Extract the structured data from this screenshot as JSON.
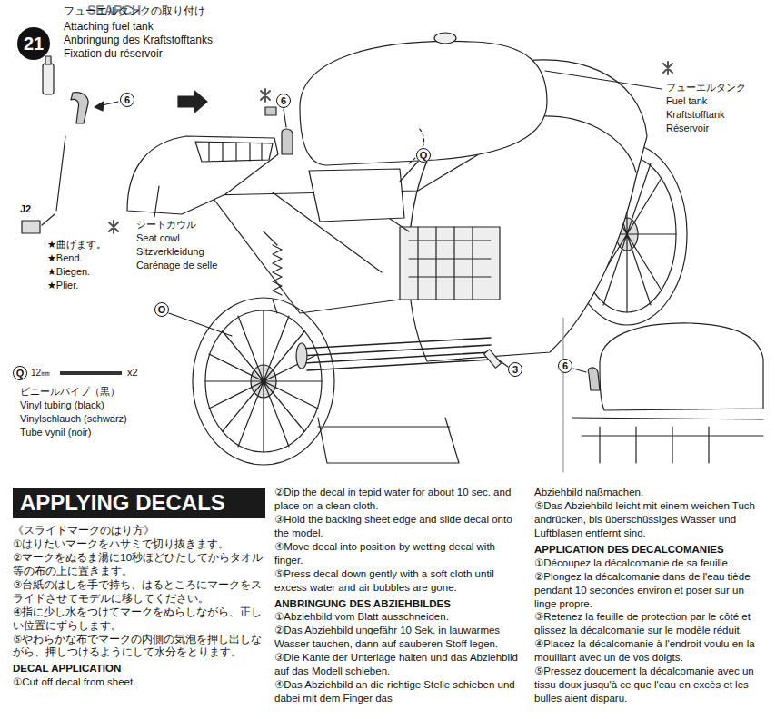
{
  "diagram": {
    "nodes": [
      {
        "text": [
          "21"
        ]
      },
      {
        "text": [
          "6"
        ]
      },
      {
        "text": [
          "6"
        ]
      },
      {
        "text": [
          "Q"
        ]
      },
      {
        "text": [
          "O"
        ]
      },
      {
        "text": [
          "Q"
        ]
      },
      {
        "text": [
          "3"
        ]
      },
      {
        "text": [
          "6"
        ]
      },
      {
        "text": [
          "APPLYING DECALS"
        ]
      }
    ],
    "labels": [
      "SEARCH",
      "フューエルタンクの取り付け",
      "Attaching fuel tank",
      "Anbringung des Kraftstofftanks",
      "Fixation du réservoir",
      "J2",
      "★曲げます。",
      "★Bend.",
      "★Biegen.",
      "★Plier.",
      "シートカウル",
      "Seat cowl",
      "Sitzverkleidung",
      "Carénage de selle",
      "フューエルタンク",
      "Fuel tank",
      "Kraftstofftank",
      "Réservoir",
      "12㎜",
      "x2",
      "ビニールパイプ（黒）",
      "Vinyl tubing (black)",
      "Vinylschlauch (schwarz)",
      "Tube vynil (noir)",
      "《スライドマークのはり方》",
      "①はりたいマークをハサミで切り抜きます。",
      "②マークをぬるま湯に10秒ほどひたしてからタオル等の布の上に置きます。",
      "③台紙のはしを手で持ち、はるところにマークをスライドさせてモデルに移してください。",
      "④指に少し水をつけてマークをぬらしながら、正しい位置にずらします。",
      "⑤やわらかな布でマークの内側の気泡を押し出しながら、押しつけるようにして水分をとります。",
      "DECAL APPLICATION",
      "①Cut off decal from sheet.",
      "②Dip the decal in tepid water for about 10 sec. and place on a clean cloth.",
      "③Hold the backing sheet edge and slide decal onto the model.",
      "④Move decal into position by wetting decal with finger.",
      "⑤Press decal down gently with a soft cloth until excess water and air bubbles are gone.",
      "ANBRINGUNG DES ABZIEHBILDES",
      "①Abziehbild vom Blatt ausschneiden.",
      "②Das Abziehbild ungefähr 10 Sek. in lauwarmes Wasser tauchen, dann auf sauberen Stoff legen.",
      "③Die Kante der Unterlage halten und das Abziehbild auf das Modell schieben.",
      "④Das Abziehbild an die richtige Stelle schieben und dabei mit dem Finger das",
      "Abziehbild naßmachen.",
      "⑤Das Abziehbild leicht mit einem weichen Tuch andrücken, bis überschüssiges Wasser und Luftblasen entfernt sind.",
      "APPLICATION DES DECALCOMANIES",
      "①Découpez la décalcomanie de sa feuille.",
      "②Plongez la décalcomanie dans de l'eau tiède pendant 10 secondes environ et poser sur un linge propre.",
      "③Retenez la feuille de protection par le côté et glissez la décalcomanie sur le modèle réduit.",
      "④Placez la décalcomanie à l'endroit voulu en la mouillant avec un de vos doigts.",
      "⑤Pressez doucement la décalcomanie avec un tissu doux jusqu'à ce que l'eau en excès et les bulles aient disparu."
    ]
  }
}
